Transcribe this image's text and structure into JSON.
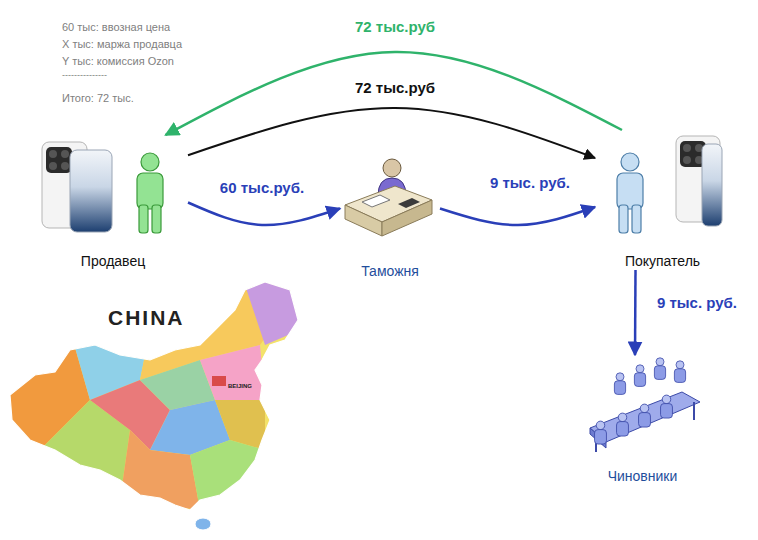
{
  "diagram": {
    "nodes": [
      {
        "text": [
          "Продавец"
        ]
      },
      {
        "text": [
          "Таможня"
        ]
      },
      {
        "text": [
          "Покупатель"
        ]
      },
      {
        "text": [
          "Чиновники"
        ]
      }
    ],
    "edges": [
      {
        "from": 0,
        "to": 2,
        "arrow": "to",
        "label": "72 тыс.руб"
      },
      {
        "from": 2,
        "to": 0,
        "arrow": "to",
        "label": "72 тыс.руб"
      },
      {
        "from": 0,
        "to": 1,
        "arrow": "to",
        "label": "60 тыс.руб."
      },
      {
        "from": 1,
        "to": 2,
        "arrow": "to",
        "label": "9 тыс. руб."
      },
      {
        "from": 2,
        "to": 3,
        "arrow": "to",
        "label": "9 тыс. руб."
      }
    ],
    "labels": [
      "60 тыс: ввозная цена",
      "X тыс: маржа продавца",
      "Y тыс: комиссия Ozon",
      "---------------",
      "Итого: 72 тыс.",
      "CHINA",
      "BEIJING"
    ]
  }
}
